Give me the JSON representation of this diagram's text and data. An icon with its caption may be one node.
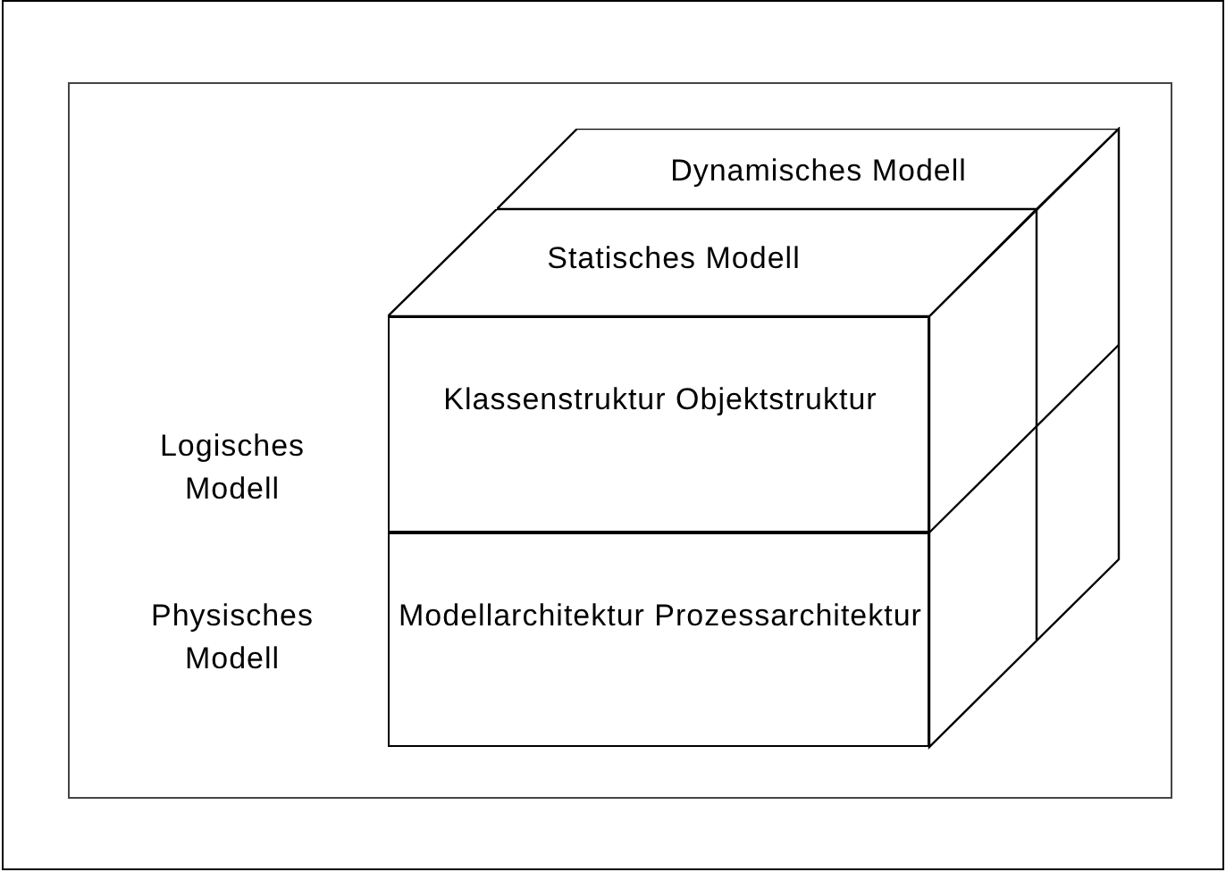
{
  "diagram": {
    "nodes": [
      {
        "text": [
          "Dynamisches Modell"
        ]
      },
      {
        "text": [
          "Statisches Modell"
        ]
      },
      {
        "text": [
          "Klassenstruktur Objektstruktur"
        ]
      },
      {
        "text": [
          "Modellarchitektur Prozessarchitektur"
        ]
      }
    ],
    "labels": [
      "Logisches Modell",
      "Physisches Modell"
    ]
  }
}
